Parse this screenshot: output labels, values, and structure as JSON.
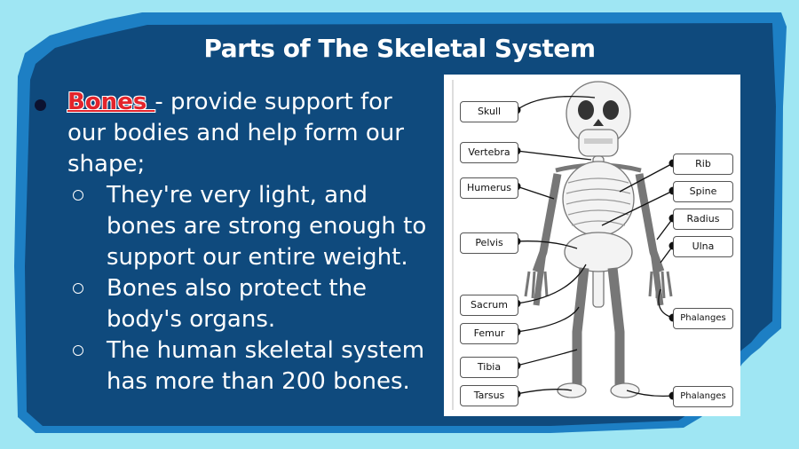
{
  "slide": {
    "title": "Parts of The Skeletal System",
    "bullet": {
      "term": "Bones ",
      "text": "- provide support for our bodies and help form our shape;"
    },
    "sub_bullets": [
      "They're very light, and bones are strong enough to support our entire weight.",
      "Bones also protect the body's organs.",
      "The human skeletal system has more than 200 bones."
    ]
  },
  "diagram": {
    "left_labels": [
      "Skull",
      "Vertebra",
      "Humerus",
      "Pelvis",
      "Sacrum",
      "Femur",
      "Tibia",
      "Tarsus"
    ],
    "right_labels": [
      "Rib",
      "Spine",
      "Radius",
      "Ulna",
      "Phalanges",
      "Phalanges"
    ]
  },
  "colors": {
    "background": "#9fe6f3",
    "panel": "#0f4a7d",
    "text": "#ffffff",
    "accent": "#e3242b"
  }
}
